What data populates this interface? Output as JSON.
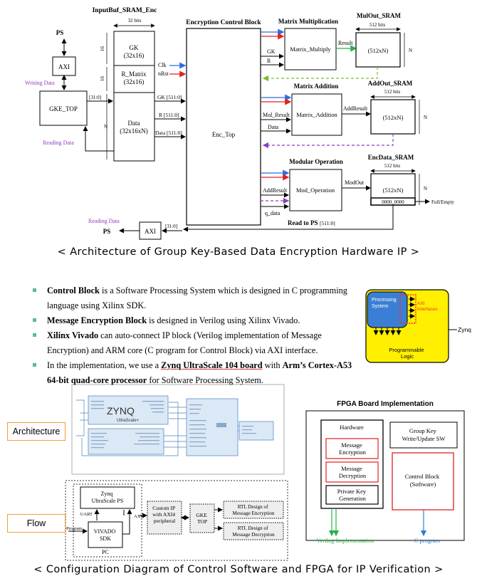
{
  "architecture": {
    "inputbuf_title": "InputBuf_SRAM_Enc",
    "inputbuf_bits": "32 bits",
    "ps_top": "PS",
    "axi_top": "AXI",
    "writing_data": "Writing Data",
    "gke_top": "GKE_TOP",
    "bus_31_0_a": "[31:0]",
    "reading_data_left": "Reading Data",
    "gk": "GK",
    "gk_dim": "(32x16)",
    "r_matrix": "R_Matrix",
    "r_matrix_dim": "(32x16)",
    "data": "Data",
    "data_dim": "(32x16xN)",
    "side_16a": "16",
    "side_16b": "16",
    "side_n": "N",
    "clk": "Clk",
    "nrst": "nRst",
    "gk_bus": "GK [511:0]",
    "r_bus": "R [511:0]",
    "data_bus": "Data [511:0]",
    "ecb_title": "Encryption Control Block",
    "enc_top": "Enc_Top",
    "mm_title": "Matrix Multiplication",
    "mm_block": "Matrix_Multiply",
    "mm_gk": "GK",
    "mm_r": "R",
    "result": "Result",
    "mulout_title": "MulOut_SRAM",
    "mulout_bits": "512 bits",
    "mulout_dim": "(512xN)",
    "mulout_n": "N",
    "ma_title": "Matrix Addition",
    "ma_block": "Matrix_Addition",
    "mul_result": "Mul_Result",
    "ma_data": "Data",
    "addresult": "AddResult",
    "addout_title": "AddOut_SRAM",
    "addout_bits": "512 bits",
    "addout_dim": "(512xN)",
    "addout_n": "N",
    "mo_title": "Modular Operation",
    "mo_block": "Mod_Operation",
    "mo_addresult": "AddResult",
    "q_data": "q_data",
    "modout": "ModOut",
    "encdata_title": "EncData_SRAM",
    "encdata_bits": "512 bits",
    "encdata_dim": "(512xN)",
    "encdata_n": "N",
    "encdata_zero": "0000_0000",
    "full_empty": "Full/Empty",
    "read_to_ps": "Read to PS",
    "bus_511_0": "[511:0]",
    "reading_data_bottom": "Reading Data",
    "ps_bottom": "PS",
    "axi_bottom": "AXI",
    "bus_31_0_b": "[31:0]"
  },
  "caption1": "< Architecture of Group Key-Based Data Encryption Hardware IP >",
  "bullets": {
    "b1_bold": "Control Block",
    "b1_text": " is a Software Processing System which is designed in C programming language using Xilinx SDK.",
    "b2_bold": "Message Encryption Block",
    "b2_text": " is designed in Verilog using Xilinx Vivado.",
    "b3_bold": "Xilinx Vivado",
    "b3_text": " can auto-connect IP block (Verilog implementation of Message Encryption) and ARM core (C program for Control Block) via AXI interface.",
    "b4_text1": "In the implementation, we use a ",
    "b4_bold1": "Zynq UltraScale 104 board",
    "b4_text2": " with ",
    "b4_bold2": "Arm’s Cortex-A53 64-bit quad-core processor",
    "b4_text3": " for Software Processing System."
  },
  "zynq_fig": {
    "processing_system": "Processing System",
    "axi_interfaces": "AXI Interfaces",
    "programmable_logic": "Programmable Logic",
    "zynq": "Zynq",
    "colors": {
      "fill_yellow": "#ffef00",
      "ps_blue": "#3b7fd4",
      "axi_red": "#ff2a2a"
    }
  },
  "vivado_fig": {
    "zynq_logo": "ZYNQ",
    "ultrascale": "UltraScale+"
  },
  "architecture_label": "Architecture",
  "flow_label": "Flow",
  "flow": {
    "zynq_ps": "Zynq UltraScale PS",
    "uart": "UART",
    "axi4": "AXI4",
    "c_program": "C Program",
    "vivado_sdk": "VIVADO SDK",
    "pc": "PC",
    "custom_ip": "Custom IP with AXI4 peripheral",
    "gke_top": "GKE TOP",
    "rtl_enc": "RTL Design of Message Encryption",
    "rtl_dec": "RTL Design of Message Decryption"
  },
  "fpga": {
    "title": "FPGA Board Implementation",
    "hardware": "Hardware",
    "msg_enc": "Message Encryption",
    "msg_dec": "Message Decryption",
    "private_key": "Private Key Generation",
    "group_key": "Group Key Write/Update SW",
    "control_block": "Control Block (Software)",
    "verilog_impl": "Verilog Implementation",
    "c_program": "C program",
    "colors": {
      "verilog": "#2ab04a",
      "c_program": "#2d7fd0",
      "box_red": "#e02020"
    }
  },
  "caption2": "< Configuration Diagram of Control Software and FPGA for IP Verification >"
}
